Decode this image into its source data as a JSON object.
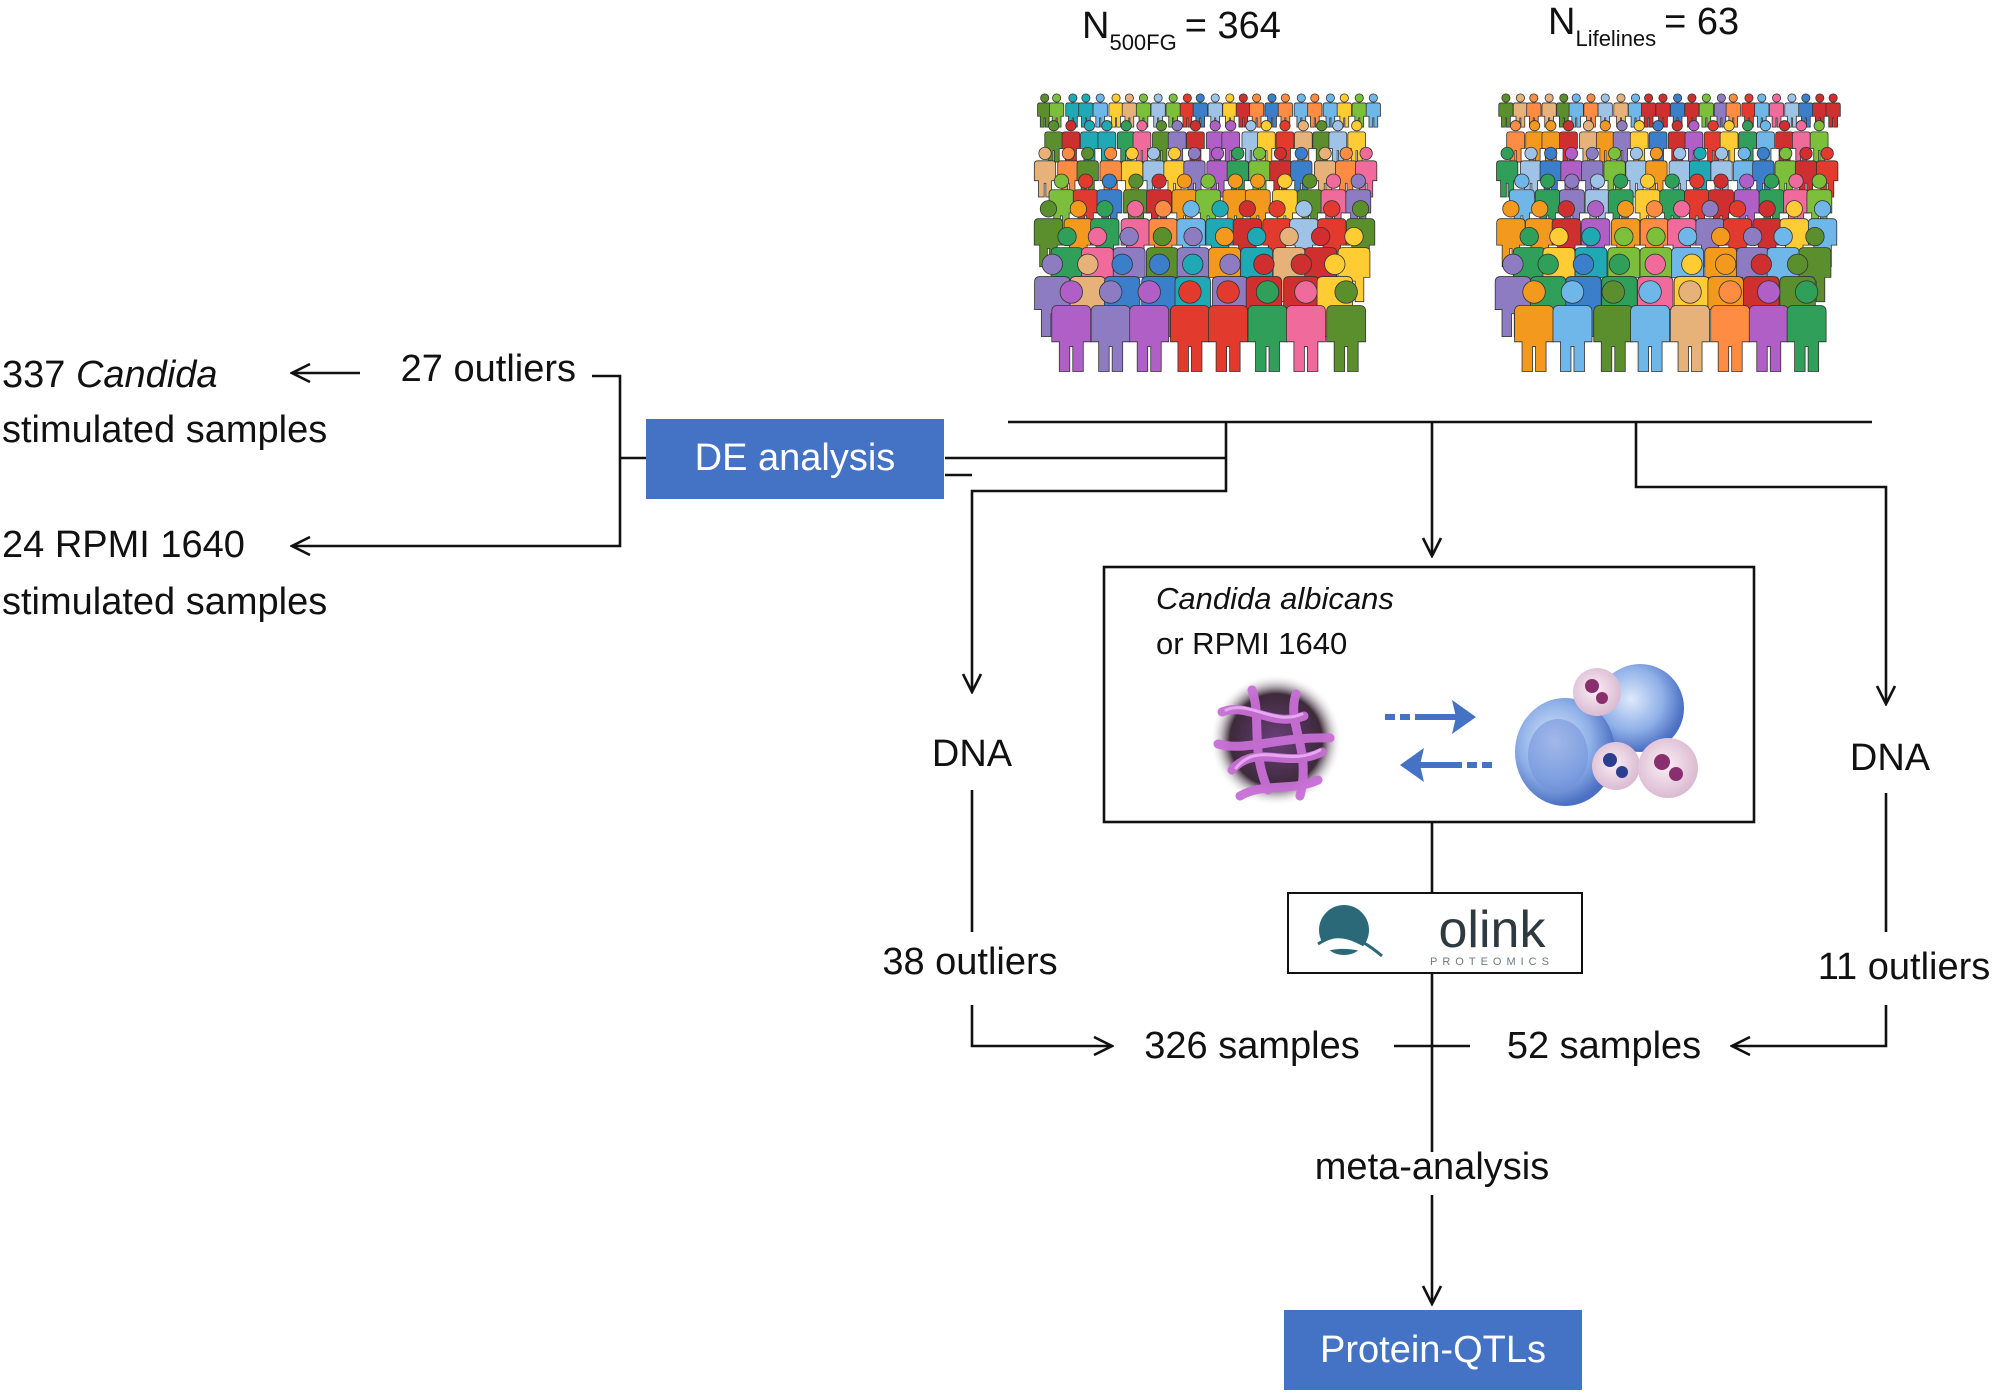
{
  "cohorts": {
    "fg500": {
      "n_symbol": "N",
      "subscript": "500FG",
      "value_text": "= 364",
      "icon": "crowd-of-people-icon"
    },
    "lifelines": {
      "n_symbol": "N",
      "subscript": "Lifelines",
      "value_text": "= 63",
      "icon": "crowd-of-people-icon"
    }
  },
  "de_branch": {
    "box_label": "DE analysis",
    "candida_outliers": "27 outliers",
    "candida_samples_count": "337",
    "candida_samples_name": "Candida",
    "candida_samples_line2": "stimulated samples",
    "rpmi_samples_line1": "24 RPMI 1640",
    "rpmi_samples_line2": "stimulated samples"
  },
  "stimulation": {
    "line1": "Candida albicans",
    "line2": "or RPMI 1640",
    "left_icon": "candida-fungus-icon",
    "right_icon": "immune-cells-icon",
    "arrows_icon": "bidirectional-arrows-icon"
  },
  "olink": {
    "logo_text": "olink",
    "logo_subtext": "PROTEOMICS"
  },
  "left_path": {
    "dna": "DNA",
    "outliers": "38 outliers",
    "samples": "326 samples"
  },
  "right_path": {
    "dna": "DNA",
    "outliers": "11 outliers",
    "samples": "52 samples"
  },
  "meta": "meta-analysis",
  "result_box": "Protein-QTLs",
  "colors": {
    "box_blue": "#4472c4",
    "arrow_blue": "#4472c4",
    "line": "#111111"
  }
}
